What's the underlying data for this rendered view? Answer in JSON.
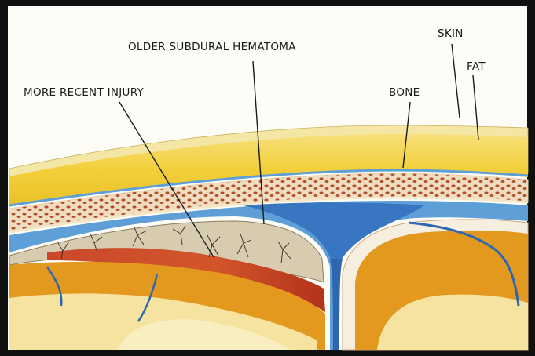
{
  "labels": {
    "older_subdural_hematoma": "OLDER SUBDURAL HEMATOMA",
    "skin": "SKIN",
    "fat": "FAT",
    "bone": "BONE",
    "more_recent_injury": "MORE RECENT INJURY"
  },
  "colors": {
    "background": "#fdfcf6",
    "frame": "#101010",
    "skin": "#f4e7a6",
    "fat": "#f2cf39",
    "bone_marrow": "#f0dcc0",
    "bone_speckle": "#b0502a",
    "dura": "#5d9fd6",
    "hematoma": "#3876c2",
    "membrane": "#d7cbb0",
    "fresh_blood": "#c83d1e",
    "brain_cortex": "#e3991e",
    "brain_white": "#f6e3a0"
  }
}
